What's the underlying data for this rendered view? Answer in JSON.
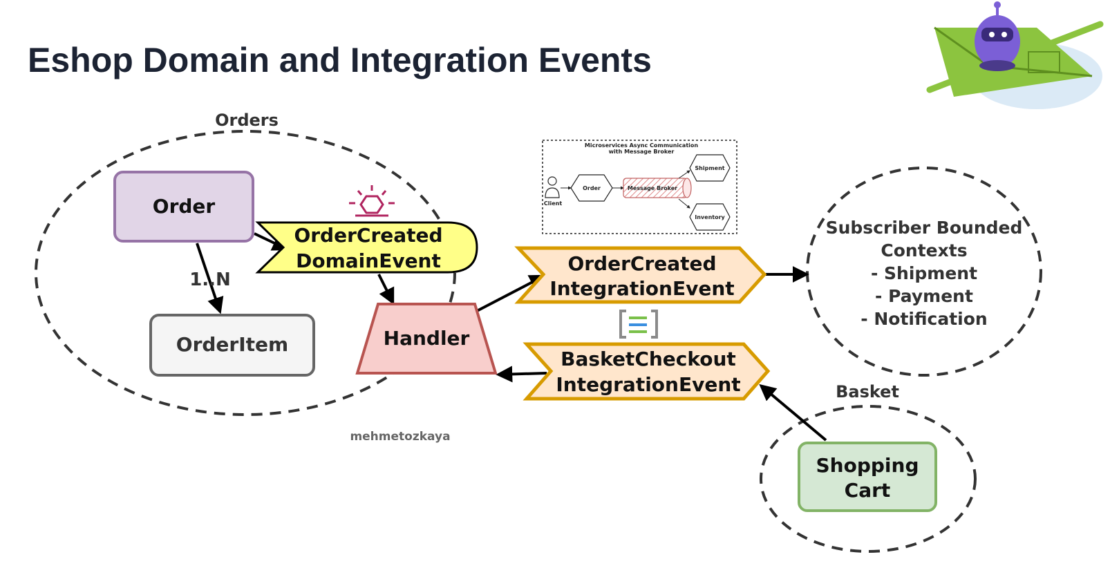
{
  "slide": {
    "title": "Eshop Domain and Integration Events",
    "watermark": "mehmetozkaya"
  },
  "groups": {
    "orders": "Orders",
    "basket": "Basket",
    "subscribers": {
      "lines": [
        "Subscriber Bounded",
        "Contexts",
        "- Shipment",
        "- Payment",
        "- Notification"
      ]
    }
  },
  "nodes": {
    "order": "Order",
    "order_item": "OrderItem",
    "multiplicity": "1..N",
    "domain_event": [
      "OrderCreated",
      "DomainEvent"
    ],
    "handler": "Handler",
    "integration_event_created": [
      "OrderCreated",
      "IntegrationEvent"
    ],
    "integration_event_checkout": [
      "BasketCheckout",
      "IntegrationEvent"
    ],
    "shopping_cart": [
      "Shopping",
      "Cart"
    ]
  },
  "inset": {
    "title_lines": [
      "Microservices Async Communication",
      "with Message Broker"
    ],
    "client": "Client",
    "order": "Order",
    "broker": "Message Broker",
    "shipment": "Shipment",
    "inventory": "Inventory"
  },
  "colors": {
    "order_fill": "#e1d5e7",
    "order_stroke": "#9673a6",
    "item_fill": "#f5f5f5",
    "item_stroke": "#666666",
    "domain_fill": "#ffff88",
    "domain_stroke": "#000000",
    "handler_fill": "#f8cecc",
    "handler_stroke": "#b85450",
    "event_fill": "#ffe6cc",
    "event_stroke": "#d79b00",
    "cart_fill": "#d5e8d4",
    "cart_stroke": "#82b366",
    "title": "#1c2333"
  },
  "icons": [
    "lightbulb-icon",
    "event-grid-icon",
    "rocket-kayak-mascot-icon",
    "person-icon"
  ]
}
